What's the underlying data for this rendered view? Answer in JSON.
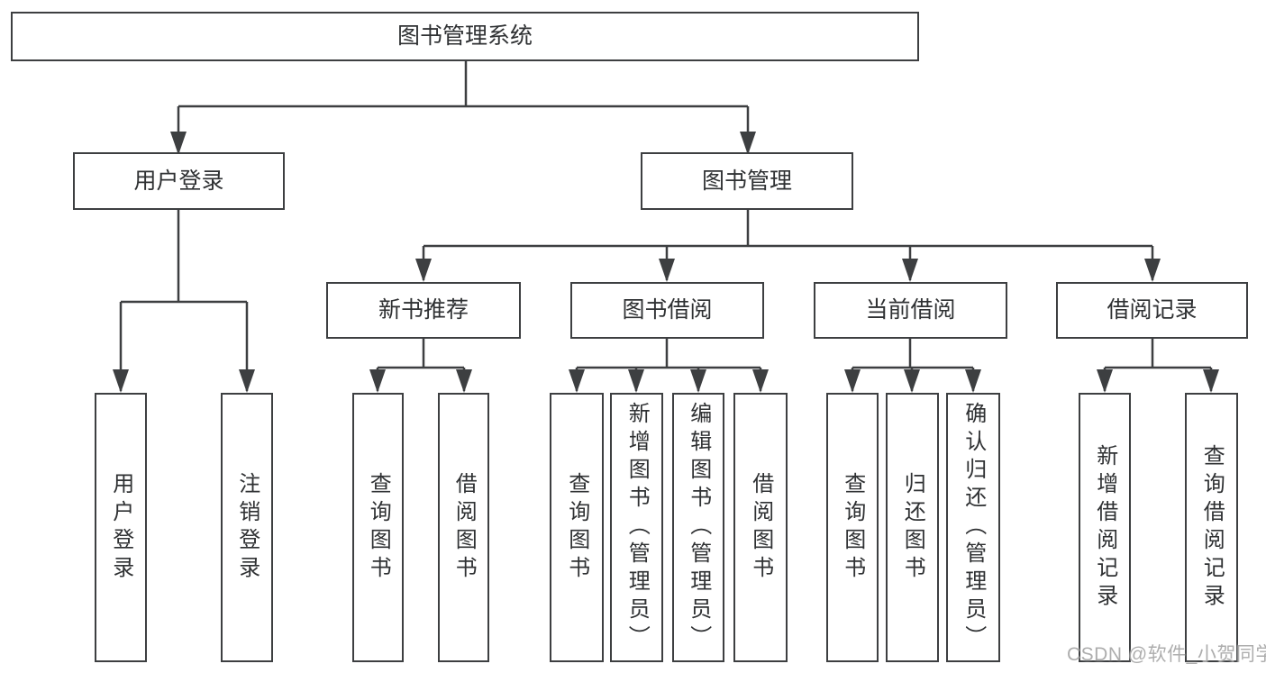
{
  "palette": {
    "background": "#ffffff",
    "line_color": "#3d3f41",
    "box_border_color": "#3d3f41",
    "box_fill_color": "#ffffff",
    "text_color": "#2f3133",
    "watermark_color": "#a6a6a6"
  },
  "watermark": {
    "text": "CSDN @软件_小贺同学"
  },
  "diagram": {
    "type": "feature-tree",
    "root": {
      "label": "图书管理系统"
    },
    "level2": [
      {
        "label": "用户登录",
        "parent": "图书管理系统"
      },
      {
        "label": "图书管理",
        "parent": "图书管理系统"
      }
    ],
    "level3": [
      {
        "label": "新书推荐",
        "parent": "图书管理"
      },
      {
        "label": "图书借阅",
        "parent": "图书管理"
      },
      {
        "label": "当前借阅",
        "parent": "图书管理"
      },
      {
        "label": "借阅记录",
        "parent": "图书管理"
      }
    ],
    "leaves": [
      {
        "label": "用户登录",
        "parent": "用户登录"
      },
      {
        "label": "注销登录",
        "parent": "用户登录"
      },
      {
        "label": "查询图书",
        "parent": "新书推荐"
      },
      {
        "label": "借阅图书",
        "parent": "新书推荐"
      },
      {
        "label": "查询图书",
        "parent": "图书借阅"
      },
      {
        "label": "新增图书（管理员）",
        "parent": "图书借阅"
      },
      {
        "label": "编辑图书（管理员）",
        "parent": "图书借阅"
      },
      {
        "label": "借阅图书",
        "parent": "图书借阅"
      },
      {
        "label": "查询图书",
        "parent": "当前借阅"
      },
      {
        "label": "归还图书",
        "parent": "当前借阅"
      },
      {
        "label": "确认归还（管理员）",
        "parent": "当前借阅"
      },
      {
        "label": "新增借阅记录",
        "parent": "借阅记录"
      },
      {
        "label": "查询借阅记录",
        "parent": "借阅记录"
      }
    ]
  }
}
